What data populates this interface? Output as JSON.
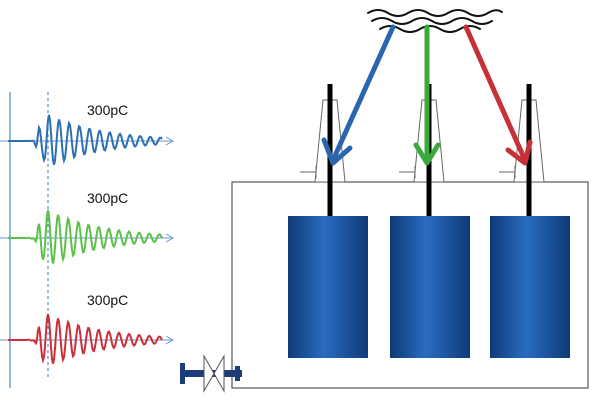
{
  "waveforms": [
    {
      "label": "300pC",
      "color": "#2e6fb0"
    },
    {
      "label": "300pC",
      "color": "#5cc04a"
    },
    {
      "label": "300pC",
      "color": "#c9303a"
    }
  ],
  "arrows": [
    {
      "color": "#2a66b0"
    },
    {
      "color": "#3aa83a"
    },
    {
      "color": "#c83038"
    }
  ],
  "tank_color": "#ffffff",
  "cylinder_colors": {
    "dark": "#0e3a78",
    "mid": "#1c5aa8",
    "light": "#2a6cc0"
  },
  "valve_color": "#1d3c7a",
  "icons": [
    "partial-discharge-source-icon",
    "valve-icon"
  ]
}
